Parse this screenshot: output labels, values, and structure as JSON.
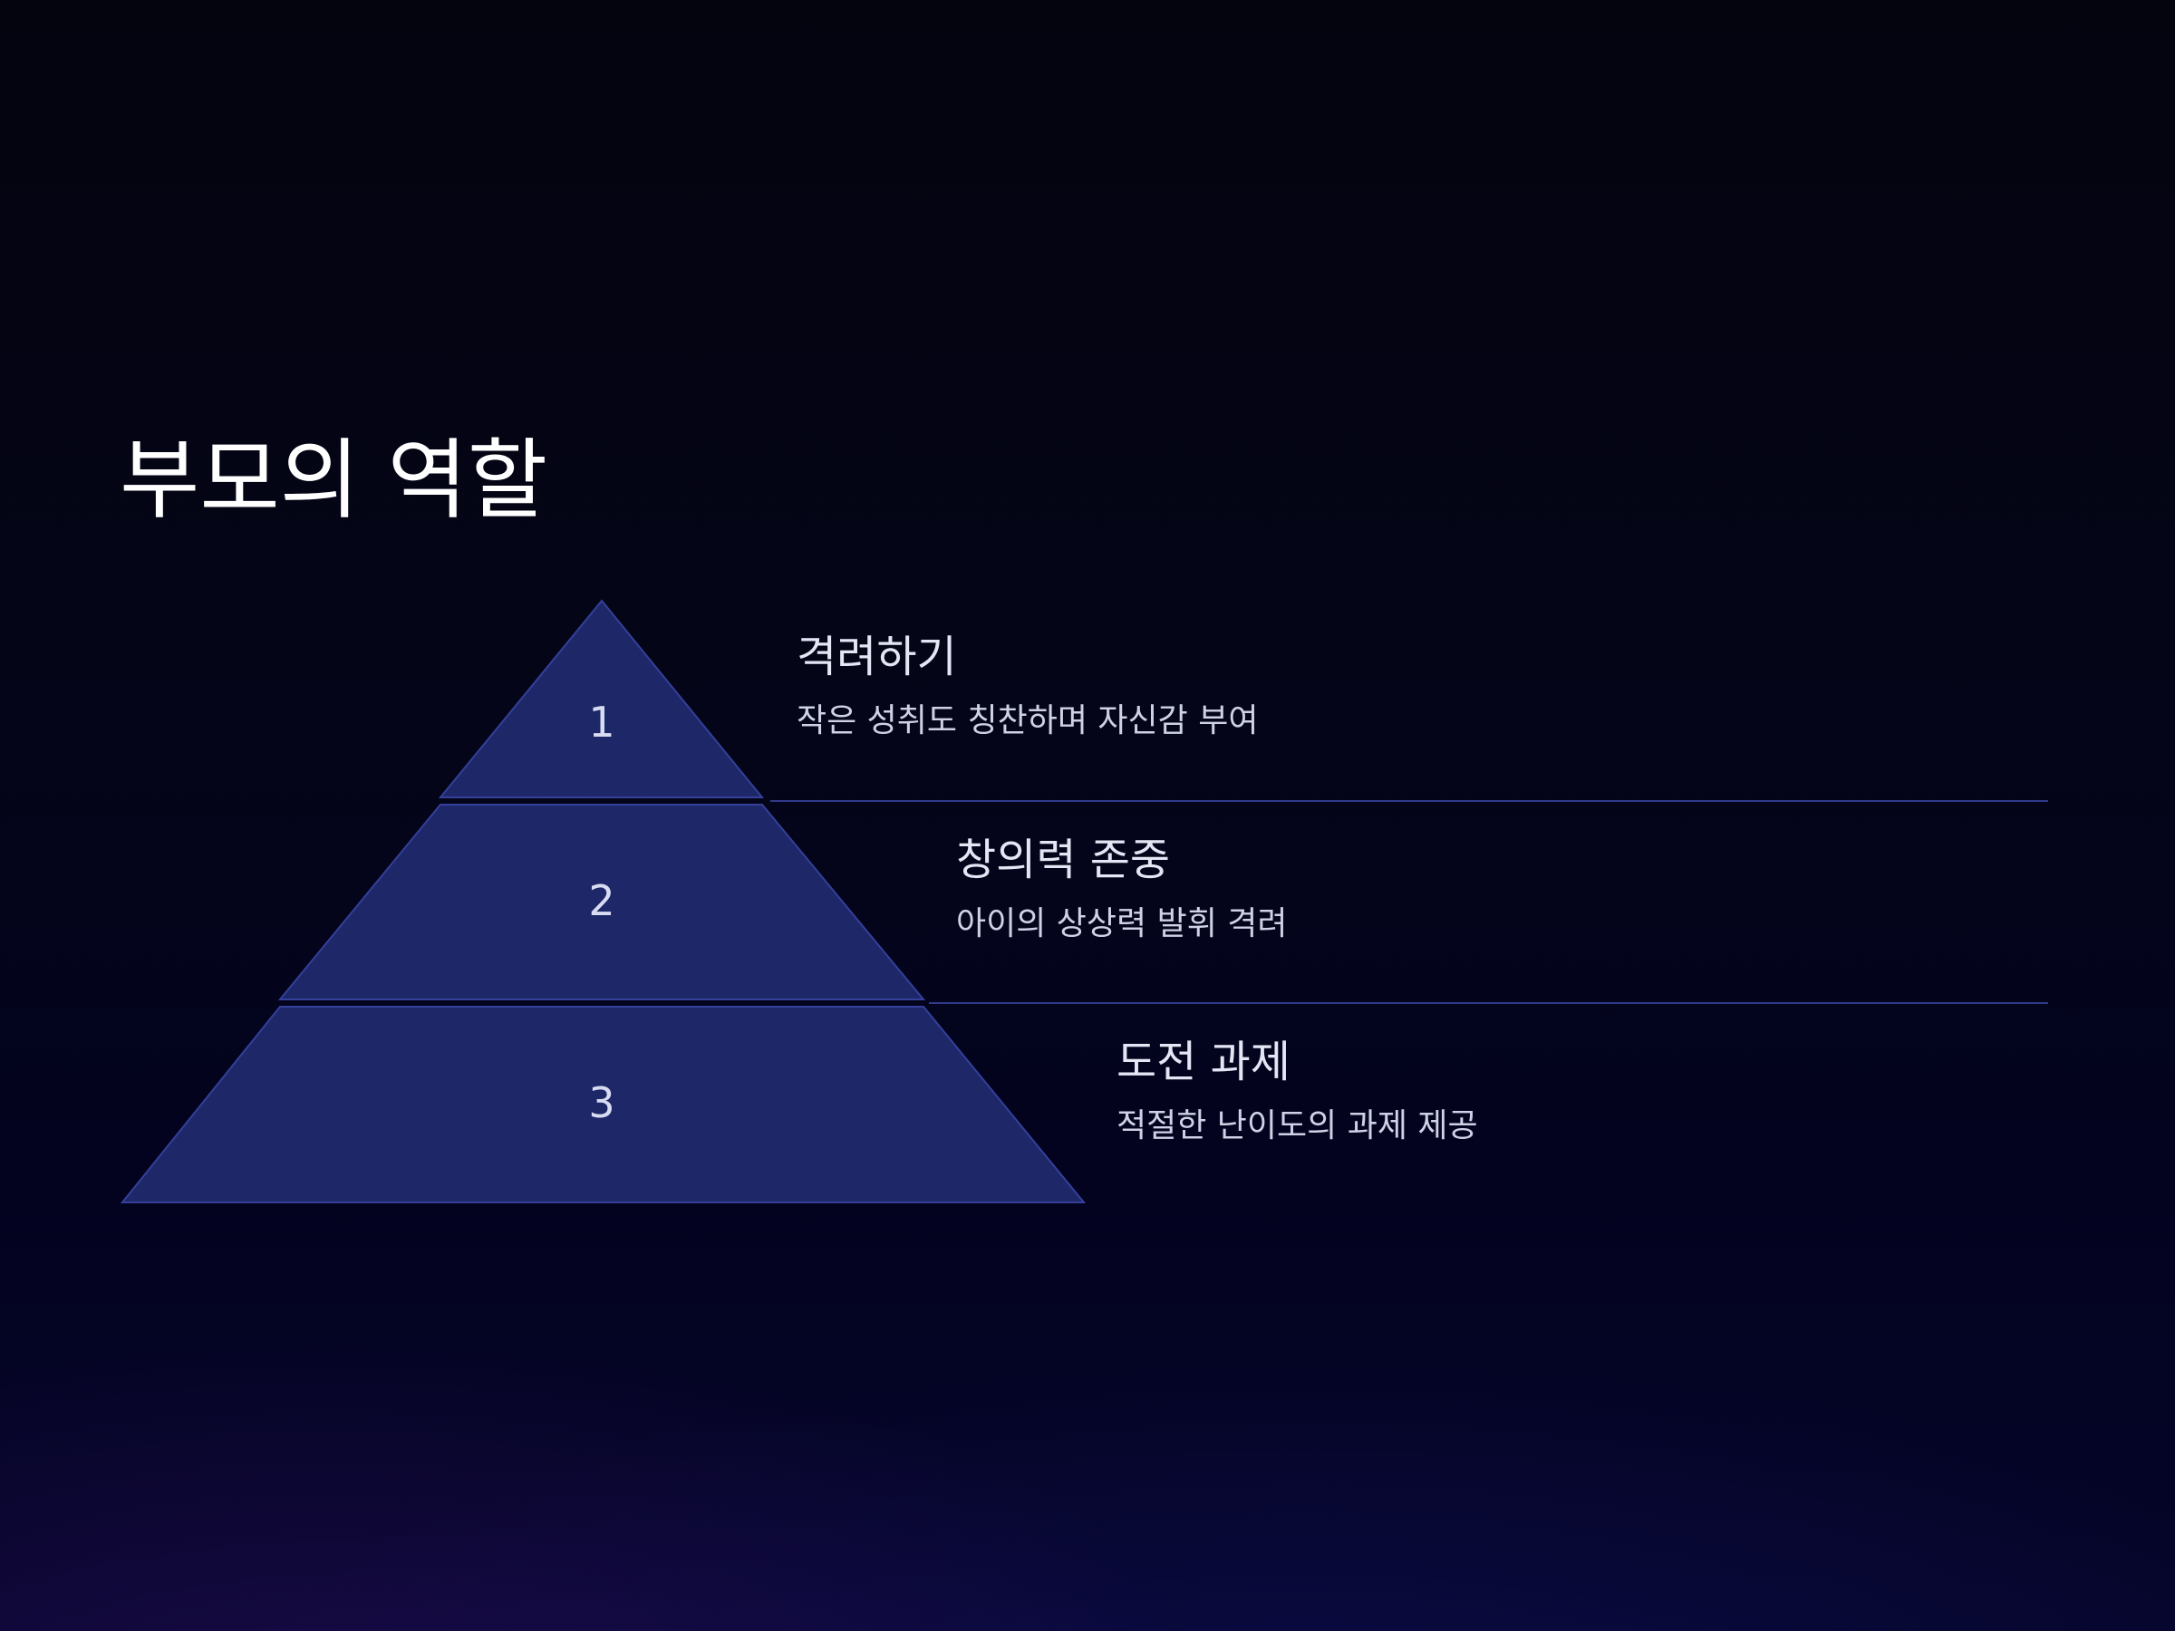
{
  "title": "부모의 역할",
  "colors": {
    "background": "#04040f",
    "tier_fill": "#1e2768",
    "tier_stroke": "#34409a",
    "divider": "#2f3a8c",
    "text": "#e4e6f4"
  },
  "tiers": [
    {
      "number": "1",
      "heading": "격려하기",
      "description": "작은 성취도 칭찬하며 자신감 부여"
    },
    {
      "number": "2",
      "heading": "창의력 존중",
      "description": "아이의 상상력 발휘 격려"
    },
    {
      "number": "3",
      "heading": "도전 과제",
      "description": "적절한 난이도의 과제 제공"
    }
  ]
}
